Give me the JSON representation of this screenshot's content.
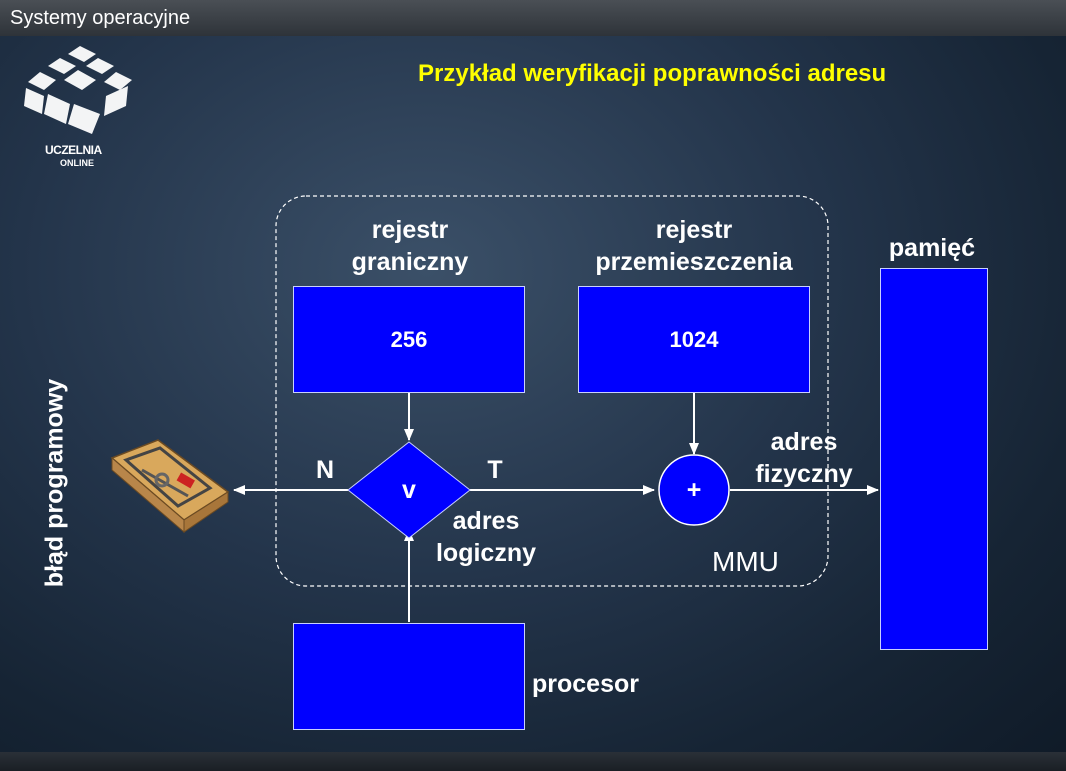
{
  "header": {
    "course_title": "Systemy operacyjne",
    "slide_title": "Przykład weryfikacji poprawności adresu"
  },
  "logo": {
    "line1": "UCZELNIA",
    "line2": "ONLINE"
  },
  "diagram": {
    "limit_register_label_1": "rejestr",
    "limit_register_label_2": "graniczny",
    "limit_register_value": "256",
    "relocation_register_label_1": "rejestr",
    "relocation_register_label_2": "przemieszczenia",
    "relocation_register_value": "1024",
    "memory_label": "pamięć",
    "compare_symbol": "v",
    "add_symbol": "+",
    "branch_false": "N",
    "branch_true": "T",
    "logical_address_1": "adres",
    "logical_address_2": "logiczny",
    "physical_address_1": "adres",
    "physical_address_2": "fizyczny",
    "mmu_label": "MMU",
    "processor_label": "procesor",
    "error_label": "błąd programowy"
  },
  "colors": {
    "box_fill": "#0000ff",
    "title": "#ffff00"
  }
}
